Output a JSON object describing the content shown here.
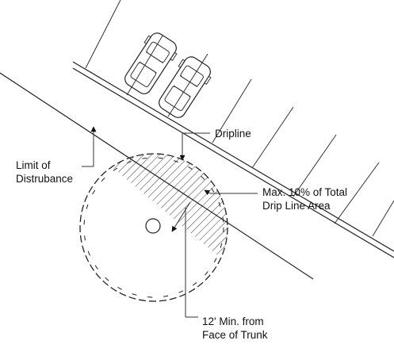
{
  "labels": {
    "dripline": "Dripline",
    "limit_line1": "Limit of",
    "limit_line2": "Distrubance",
    "max_line1": "Max. 10% of  Total",
    "max_line2": "Drip Line Area",
    "min_line1": "12' Min. from",
    "min_line2": "Face of Trunk"
  },
  "colors": {
    "ink": "#222222",
    "background": "#ffffff"
  }
}
